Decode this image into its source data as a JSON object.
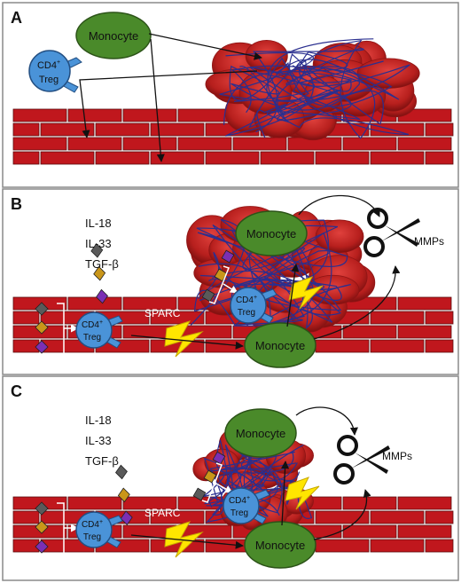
{
  "panels": [
    {
      "letter": "A",
      "cells": {
        "monocyte": "Monocyte",
        "treg_main": "CD4",
        "treg_sup": "+",
        "treg_sub": "Treg"
      }
    },
    {
      "letter": "B",
      "legend": [
        {
          "label": "IL-18",
          "color": "#5a5a5a"
        },
        {
          "label": "IL-33",
          "color": "#c9961a"
        },
        {
          "label": "TGF-β",
          "color": "#7b2fb3"
        }
      ],
      "labels": {
        "sparc": "SPARC",
        "mmps": "MMPs"
      },
      "cells": {
        "monocyte_top": "Monocyte",
        "monocyte_bottom": "Monocyte",
        "treg_main": "CD4",
        "treg_sup": "+",
        "treg_sub": "Treg"
      }
    },
    {
      "letter": "C",
      "legend": [
        {
          "label": "IL-18",
          "color": "#5a5a5a"
        },
        {
          "label": "IL-33",
          "color": "#c9961a"
        },
        {
          "label": "TGF-β",
          "color": "#7b2fb3"
        }
      ],
      "labels": {
        "sparc": "SPARC",
        "mmps": "MMPs"
      },
      "cells": {
        "monocyte_top": "Monocyte",
        "monocyte_bottom": "Monocyte",
        "treg_main": "CD4",
        "treg_sup": "+",
        "treg_sub": "Treg"
      }
    }
  ],
  "colors": {
    "frame": "#8a8a8a",
    "brick": "#c0171d",
    "brick_line": "#5a0a0c",
    "clot": "#c62a28",
    "clot_dark": "#8f1414",
    "fibrin": "#2a2f8f",
    "monocyte": "#4a8a2a",
    "treg": "#4a93d8",
    "lightning": "#ffe600"
  }
}
